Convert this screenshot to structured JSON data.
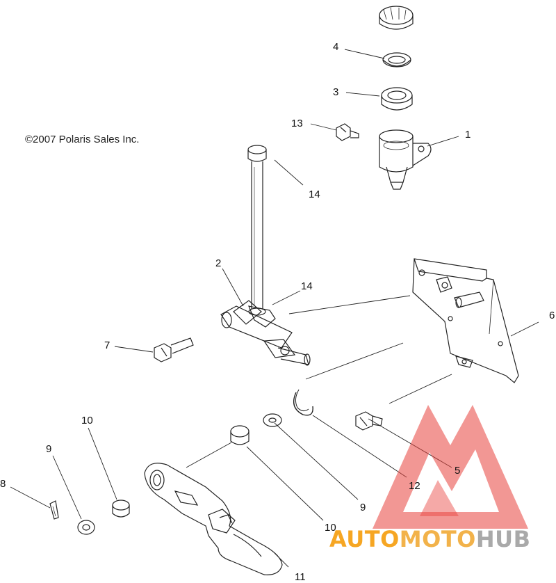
{
  "copyright": "©2007 Polaris Sales Inc.",
  "callouts": [
    {
      "id": "c1",
      "text": "1"
    },
    {
      "id": "c2",
      "text": "2"
    },
    {
      "id": "c3",
      "text": "3"
    },
    {
      "id": "c4",
      "text": "4"
    },
    {
      "id": "c5",
      "text": "5"
    },
    {
      "id": "c6",
      "text": "6"
    },
    {
      "id": "c7",
      "text": "7"
    },
    {
      "id": "c8",
      "text": "8"
    },
    {
      "id": "c9a",
      "text": "9"
    },
    {
      "id": "c9b",
      "text": "9"
    },
    {
      "id": "c10a",
      "text": "10"
    },
    {
      "id": "c10b",
      "text": "10"
    },
    {
      "id": "c11",
      "text": "11"
    },
    {
      "id": "c12",
      "text": "12"
    },
    {
      "id": "c13",
      "text": "13"
    },
    {
      "id": "c14a",
      "text": "14"
    },
    {
      "id": "c14b",
      "text": "14"
    }
  ],
  "watermark": {
    "part1": "AUTO",
    "part2": "MOTO",
    "part3": "HUB",
    "color_red": "#e8413c",
    "color_orange": "#f6a623",
    "color_gray": "#a9a9a9"
  }
}
